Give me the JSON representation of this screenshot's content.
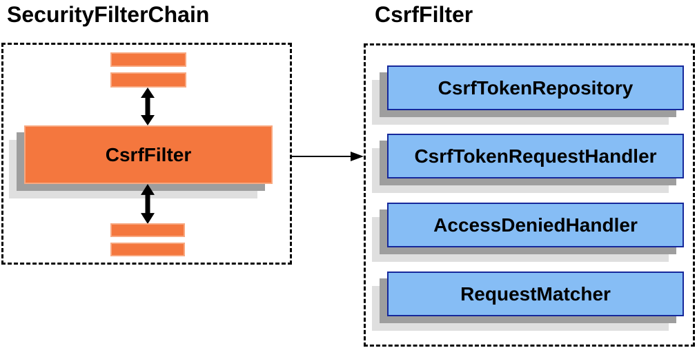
{
  "left_panel": {
    "title": "SecurityFilterChain",
    "filter_node": {
      "label": "CsrfFilter"
    }
  },
  "right_panel": {
    "title": "CsrfFilter",
    "components": [
      {
        "label": "CsrfTokenRepository"
      },
      {
        "label": "CsrfTokenRequestHandler"
      },
      {
        "label": "AccessDeniedHandler"
      },
      {
        "label": "RequestMatcher"
      }
    ]
  },
  "colors": {
    "orange-fill": "#F4773E",
    "orange-border": "#F8A880",
    "blue-fill": "#86BDF5",
    "blue-border": "#16289B",
    "shadow-dark": "#9E9E9E",
    "shadow-light": "#DFDFDF",
    "arrow": "#000000",
    "text": "#000000",
    "bg": "#FFFFFF"
  }
}
